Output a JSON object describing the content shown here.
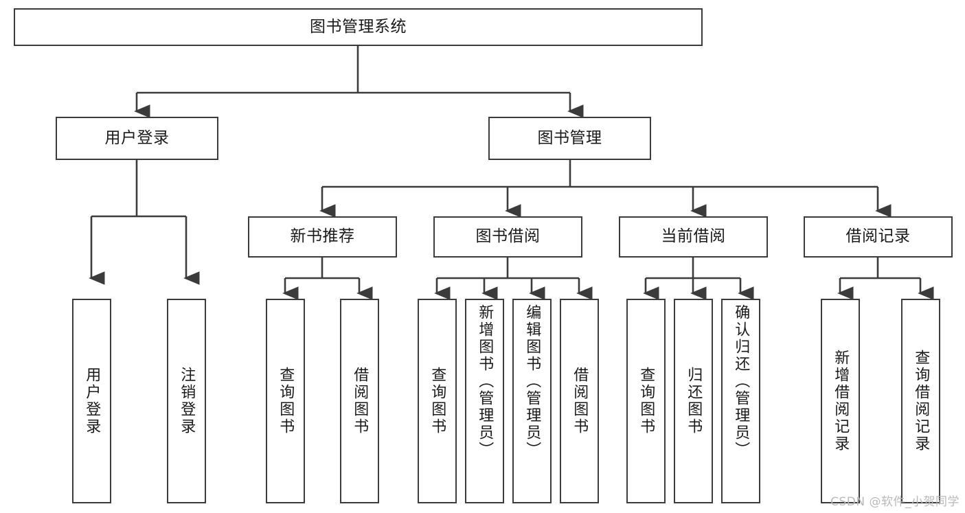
{
  "diagram": {
    "title": "图书管理系统",
    "type": "tree-hierarchy-diagram",
    "colors": {
      "box_border": "#3b3b3b",
      "box_fill": "#ffffff",
      "connector": "#3b3b3b",
      "text": "#1a1a1a",
      "watermark": "#b9b9b9",
      "background": "#ffffff"
    },
    "root": {
      "label": "图书管理系统"
    },
    "level2": [
      {
        "label": "用户登录"
      },
      {
        "label": "图书管理"
      }
    ],
    "level3": [
      {
        "label": "新书推荐"
      },
      {
        "label": "图书借阅"
      },
      {
        "label": "当前借阅"
      },
      {
        "label": "借阅记录"
      }
    ],
    "leaves": {
      "user_login": [
        {
          "label": "用户登录"
        },
        {
          "label": "注销登录"
        }
      ],
      "new_book": [
        {
          "label": "查询图书"
        },
        {
          "label": "借阅图书"
        }
      ],
      "book_borrow": [
        {
          "label": "查询图书"
        },
        {
          "label": "新增图书（管理员）"
        },
        {
          "label": "编辑图书（管理员）"
        },
        {
          "label": "借阅图书"
        }
      ],
      "current_borrow": [
        {
          "label": "查询图书"
        },
        {
          "label": "归还图书"
        },
        {
          "label": "确认归还（管理员）"
        }
      ],
      "borrow_record": [
        {
          "label": "新增借阅记录"
        },
        {
          "label": "查询借阅记录"
        }
      ]
    }
  },
  "watermark": {
    "text": "CSDN @软件_小贺同学"
  }
}
